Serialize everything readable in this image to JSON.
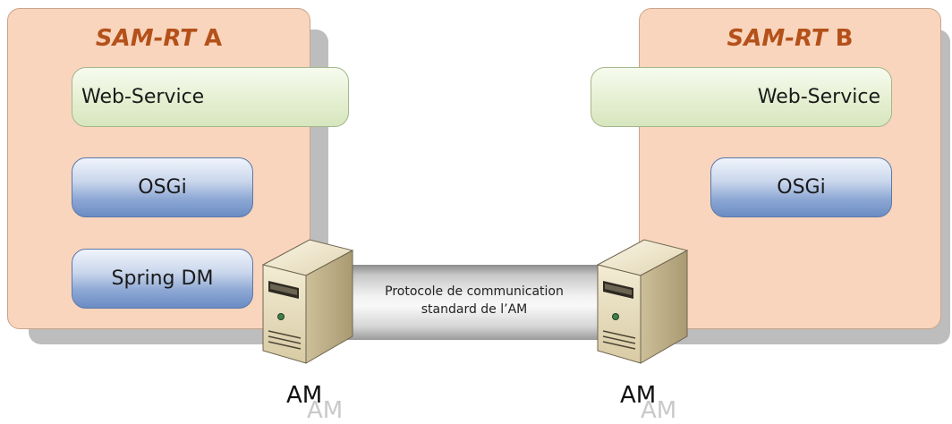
{
  "left_runtime": {
    "name_italic": "SAM-RT",
    "name_suffix": "A",
    "web_service_label": "Web-Service",
    "osgi_label": "OSGi",
    "spring_label": "Spring DM"
  },
  "right_runtime": {
    "name_italic": "SAM-RT",
    "name_suffix": "B",
    "web_service_label": "Web-Service",
    "osgi_label": "OSGi"
  },
  "channel": {
    "line1": "Protocole de communication",
    "line2": "standard de l’AM"
  },
  "left_am": {
    "label": "AM",
    "reflection": "AM"
  },
  "right_am": {
    "label": "AM",
    "reflection": "AM"
  },
  "colors": {
    "container_fill": "#f9d5bd",
    "title_color": "#b4511a",
    "web_service_fill": "#e7f0d4",
    "component_blue": "#8ea8d4"
  }
}
